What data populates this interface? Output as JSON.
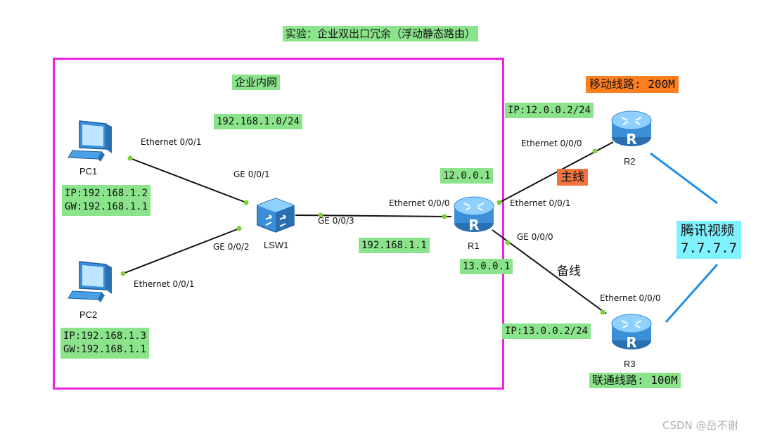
{
  "title": "实验：企业双出口冗余（浮动静态路由）",
  "intranet": {
    "label": "企业内网",
    "subnet": "192.168.1.0/24"
  },
  "devices": {
    "pc1": {
      "name": "PC1",
      "port": "Ethernet 0/0/1",
      "ip": "IP:192.168.1.2",
      "gw": "GW:192.168.1.1"
    },
    "pc2": {
      "name": "PC2",
      "port": "Ethernet 0/0/1",
      "ip": "IP:192.168.1.3",
      "gw": "GW:192.168.1.1"
    },
    "lsw1": {
      "name": "LSW1",
      "ports": [
        "GE 0/0/1",
        "GE 0/0/2",
        "GE 0/0/3"
      ]
    },
    "r1": {
      "name": "R1",
      "ports": [
        "Ethernet 0/0/0",
        "Ethernet 0/0/1",
        "GE 0/0/0"
      ],
      "lan_ip": "192.168.1.1",
      "net_top": "12.0.0.1",
      "net_bottom": "13.0.0.1"
    },
    "r2": {
      "name": "R2",
      "port": "Ethernet 0/0/0",
      "ip": "IP:12.0.0.2/24",
      "isp": "移动线路: 200M"
    },
    "r3": {
      "name": "R3",
      "port": "Ethernet 0/0/0",
      "ip": "IP:13.0.0.2/24",
      "isp": "联通线路: 100M"
    }
  },
  "links": {
    "primary": "主线",
    "backup": "备线"
  },
  "destination": {
    "name": "腾讯视频",
    "ip": "7.7.7.7"
  },
  "watermark": "CSDN @岳不谢",
  "colors": {
    "border": "#ee22e0",
    "label_bg": "#8be48b",
    "mobile_bg": "#ff7f1f",
    "primary_bg": "#f0743f",
    "dest_bg": "#7ef2ff",
    "link_blue": "#1f8fe8"
  }
}
